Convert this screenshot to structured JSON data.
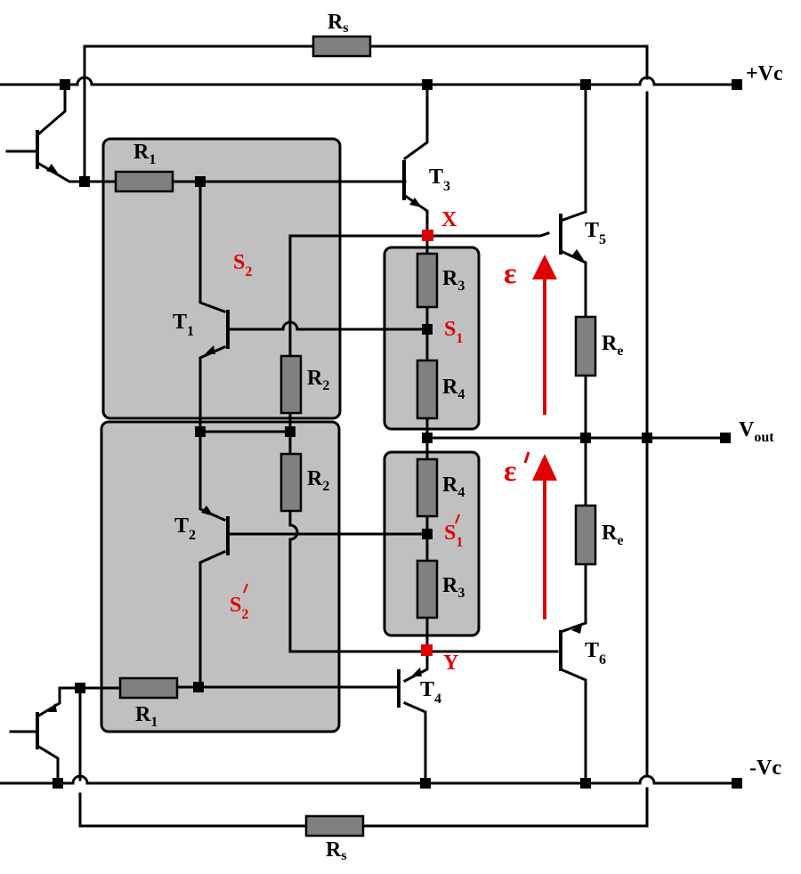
{
  "diagram": {
    "title": "",
    "rails": {
      "positive": "+Vc",
      "negative": "-Vc",
      "output": "V",
      "output_sub": "out"
    },
    "resistors": {
      "rs_top": {
        "main": "R",
        "sub": "s"
      },
      "rs_bottom": {
        "main": "R",
        "sub": "s"
      },
      "r1_top": {
        "main": "R",
        "sub": "1"
      },
      "r1_bottom": {
        "main": "R",
        "sub": "1"
      },
      "r2_top": {
        "main": "R",
        "sub": "2"
      },
      "r2_bottom": {
        "main": "R",
        "sub": "2"
      },
      "r3_top": {
        "main": "R",
        "sub": "3"
      },
      "r3_bottom": {
        "main": "R",
        "sub": "3"
      },
      "r4_top": {
        "main": "R",
        "sub": "4"
      },
      "r4_bottom": {
        "main": "R",
        "sub": "4"
      },
      "re_top": {
        "main": "R",
        "sub": "e"
      },
      "re_bottom": {
        "main": "R",
        "sub": "e"
      }
    },
    "transistors": {
      "t1": {
        "main": "T",
        "sub": "1"
      },
      "t2": {
        "main": "T",
        "sub": "2"
      },
      "t3": {
        "main": "T",
        "sub": "3"
      },
      "t4": {
        "main": "T",
        "sub": "4"
      },
      "t5": {
        "main": "T",
        "sub": "5"
      },
      "t6": {
        "main": "T",
        "sub": "6"
      }
    },
    "regions": {
      "s1": {
        "main": "S",
        "sub": "1"
      },
      "s1_prime": {
        "main": "S",
        "sub": "1"
      },
      "s2": {
        "main": "S",
        "sub": "2"
      },
      "s2_prime": {
        "main": "S",
        "sub": "2"
      }
    },
    "nodes": {
      "x": "X",
      "y": "Y"
    },
    "voltages": {
      "epsilon": "ε",
      "epsilon_prime": "ε"
    },
    "colors": {
      "wire": "#000000",
      "resistor_fill": "#808080",
      "box_fill": "#c0c0c0",
      "annotation": "#e00000"
    }
  }
}
